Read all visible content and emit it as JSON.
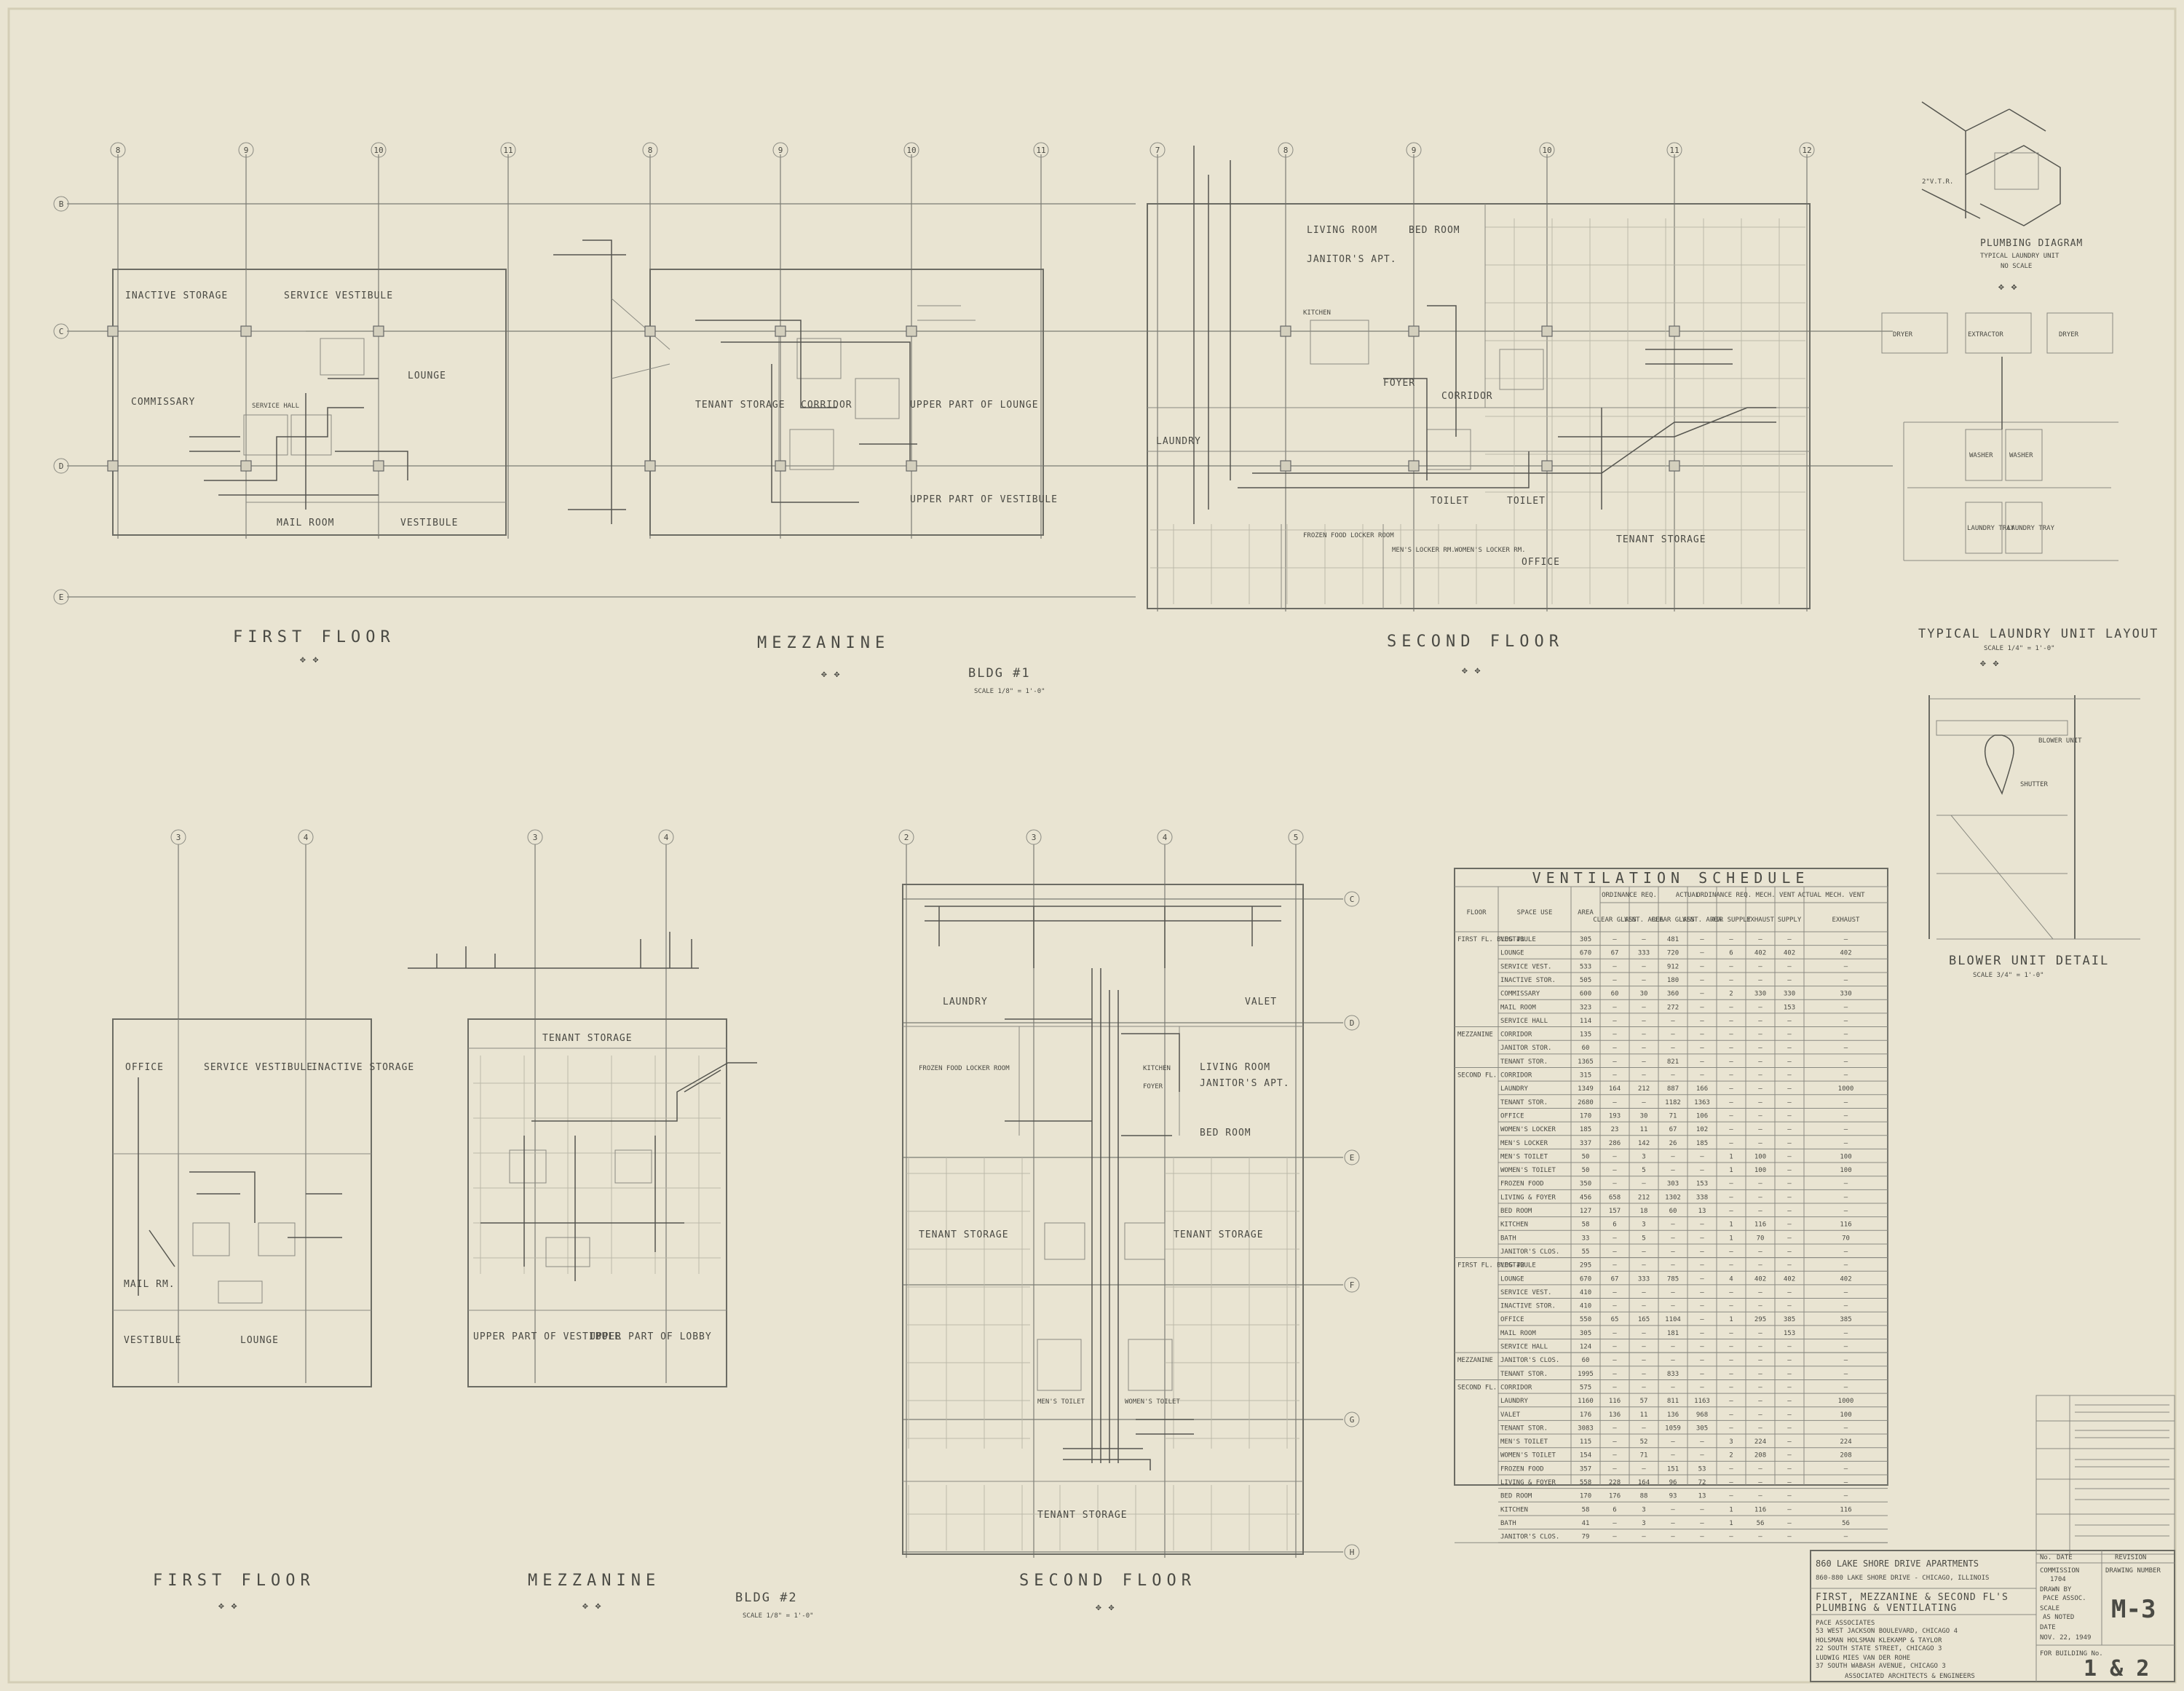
{
  "bldg1": {
    "heading": "BLDG #1",
    "scale": "SCALE 1/8\" = 1'-0\"",
    "grid_cols_first": [
      "8",
      "9",
      "10",
      "11"
    ],
    "grid_cols_mezz": [
      "8",
      "9",
      "10",
      "11"
    ],
    "grid_cols_second": [
      "7",
      "8",
      "9",
      "10",
      "11",
      "12"
    ],
    "grid_rows": [
      "B",
      "C",
      "D",
      "E"
    ],
    "first_floor": {
      "title": "FIRST FLOOR",
      "rooms": [
        "INACTIVE STORAGE",
        "SERVICE VESTIBULE",
        "LOUNGE",
        "COMMISSARY",
        "SERVICE HALL",
        "MAIL ROOM",
        "VESTIBULE"
      ]
    },
    "mezzanine": {
      "title": "MEZZANINE",
      "rooms": [
        "TENANT STORAGE",
        "CORRIDOR",
        "UPPER PART OF LOUNGE",
        "UPPER PART OF VESTIBULE"
      ]
    },
    "second_floor": {
      "title": "SECOND FLOOR",
      "rooms": [
        "LIVING ROOM",
        "BED ROOM",
        "JANITOR'S APT.",
        "KITCHEN",
        "FOYER",
        "CORRIDOR",
        "LAUNDRY",
        "TOILET",
        "TOILET",
        "FROZEN FOOD LOCKER ROOM",
        "MEN'S LOCKER RM.",
        "WOMEN'S LOCKER RM.",
        "OFFICE",
        "TENANT STORAGE"
      ]
    }
  },
  "bldg2": {
    "heading": "BLDG #2",
    "scale": "SCALE 1/8\" = 1'-0\"",
    "grid_cols_first": [
      "3",
      "4"
    ],
    "grid_cols_mezz": [
      "3",
      "4"
    ],
    "grid_cols_second": [
      "2",
      "3",
      "4",
      "5"
    ],
    "grid_rows_second": [
      "C",
      "D",
      "E",
      "F",
      "G",
      "H"
    ],
    "first_floor": {
      "title": "FIRST FLOOR",
      "rooms": [
        "OFFICE",
        "SERVICE VESTIBULE",
        "INACTIVE STORAGE",
        "MAIL RM.",
        "VESTIBULE",
        "LOUNGE"
      ]
    },
    "mezzanine": {
      "title": "MEZZANINE",
      "rooms": [
        "TENANT STORAGE",
        "UPPER PART OF VESTIBULE",
        "UPPER PART OF LOBBY"
      ]
    },
    "second_floor": {
      "title": "SECOND FLOOR",
      "rooms": [
        "LAUNDRY",
        "VALET",
        "FROZEN FOOD LOCKER ROOM",
        "KITCHEN",
        "FOYER",
        "LIVING ROOM",
        "JANITOR'S APT.",
        "BED ROOM",
        "TENANT STORAGE",
        "TENANT STORAGE",
        "MEN'S TOILET",
        "WOMEN'S TOILET",
        "TENANT STORAGE"
      ]
    }
  },
  "plumbing_diagram": {
    "title": "PLUMBING DIAGRAM",
    "subtitle": "TYPICAL LAUNDRY UNIT",
    "scale": "NO SCALE"
  },
  "laundry_layout": {
    "title": "TYPICAL LAUNDRY UNIT LAYOUT",
    "scale": "SCALE 1/4\" = 1'-0\"",
    "labels": [
      "DRYER",
      "EXTRACTOR",
      "DRYER",
      "WASHER",
      "WASHER",
      "LAUNDRY TRAY",
      "LAUNDRY TRAY"
    ]
  },
  "blower_detail": {
    "title": "BLOWER UNIT DETAIL",
    "scale": "SCALE 3/4\" = 1'-0\"",
    "labels": [
      "BLOWER UNIT",
      "SHUTTER"
    ]
  },
  "ventilation_schedule": {
    "title": "VENTILATION SCHEDULE",
    "group_headers": [
      "ORDINANCE REQ.",
      "ACTUAL",
      "ORDINANCE REQ. MECH. VENT",
      "ACTUAL MECH. VENT"
    ],
    "columns": [
      "FLOOR",
      "SPACE USE",
      "AREA",
      "CLEAR GLASS",
      "VENT. AREA",
      "CLEAR GLASS",
      "VENT. AREA",
      "AIR SUPPLY",
      "EXHAUST",
      "SUPPLY",
      "EXHAUST"
    ],
    "sections": [
      {
        "floor": "FIRST FL. BLDG #1",
        "rows": [
          [
            "VESTIBULE",
            "305",
            "",
            "",
            "481",
            "",
            "",
            "",
            "",
            ""
          ],
          [
            "LOUNGE",
            "670",
            "67",
            "333",
            "720",
            "",
            "6",
            "402",
            "402",
            "402"
          ],
          [
            "SERVICE VEST.",
            "533",
            "",
            "",
            "912",
            "",
            "",
            "",
            "",
            ""
          ],
          [
            "INACTIVE STOR.",
            "505",
            "",
            "",
            "180",
            "",
            "",
            "",
            "",
            ""
          ],
          [
            "COMMISSARY",
            "600",
            "60",
            "30",
            "360",
            "",
            "2",
            "330",
            "330",
            "330"
          ],
          [
            "MAIL ROOM",
            "323",
            "",
            "",
            "272",
            "",
            "",
            "",
            "153",
            ""
          ],
          [
            "SERVICE HALL",
            "114",
            "",
            "",
            "",
            "",
            "",
            "",
            "",
            ""
          ]
        ]
      },
      {
        "floor": "MEZZANINE",
        "rows": [
          [
            "CORRIDOR",
            "135",
            "",
            "",
            "",
            "",
            "",
            "",
            "",
            ""
          ],
          [
            "JANITOR STOR.",
            "60",
            "",
            "",
            "",
            "",
            "",
            "",
            "",
            ""
          ],
          [
            "TENANT STOR.",
            "1365",
            "",
            "",
            "821",
            "",
            "",
            "",
            "",
            ""
          ]
        ]
      },
      {
        "floor": "SECOND FL.",
        "rows": [
          [
            "CORRIDOR",
            "315",
            "",
            "",
            "",
            "",
            "",
            "",
            "",
            ""
          ],
          [
            "LAUNDRY",
            "1349",
            "164",
            "212",
            "887",
            "166",
            "",
            "",
            "",
            "1000"
          ],
          [
            "TENANT STOR.",
            "2680",
            "",
            "",
            "1182",
            "1363",
            "",
            "",
            "",
            ""
          ],
          [
            "OFFICE",
            "170",
            "193",
            "30",
            "71",
            "106",
            "",
            "",
            "",
            ""
          ],
          [
            "WOMEN'S LOCKER",
            "185",
            "23",
            "11",
            "67",
            "102",
            "",
            "",
            "",
            ""
          ],
          [
            "MEN'S LOCKER",
            "337",
            "286",
            "142",
            "26",
            "185",
            "",
            "",
            "",
            ""
          ],
          [
            "MEN'S TOILET",
            "50",
            "",
            "3",
            "",
            "",
            "1",
            "100",
            "",
            "100"
          ],
          [
            "WOMEN'S TOILET",
            "50",
            "",
            "5",
            "",
            "",
            "1",
            "100",
            "",
            "100"
          ],
          [
            "FROZEN FOOD",
            "350",
            "",
            "",
            "303",
            "153",
            "",
            "",
            "",
            ""
          ],
          [
            "LIVING & FOYER",
            "456",
            "658",
            "212",
            "1302",
            "338",
            "",
            "",
            "",
            ""
          ],
          [
            "BED ROOM",
            "127",
            "157",
            "18",
            "60",
            "13",
            "",
            "",
            "",
            ""
          ],
          [
            "KITCHEN",
            "58",
            "6",
            "3",
            "",
            "",
            "1",
            "116",
            "",
            "116"
          ],
          [
            "BATH",
            "33",
            "",
            "5",
            "",
            "",
            "1",
            "70",
            "",
            "70"
          ],
          [
            "JANITOR'S CLOS.",
            "55",
            "",
            "",
            "",
            "",
            "",
            "",
            "",
            ""
          ]
        ]
      },
      {
        "floor": "FIRST FL. BLDG #2",
        "rows": [
          [
            "VESTIBULE",
            "295",
            "",
            "",
            "",
            "",
            "",
            "",
            "",
            ""
          ],
          [
            "LOUNGE",
            "670",
            "67",
            "333",
            "785",
            "",
            "4",
            "402",
            "402",
            "402"
          ],
          [
            "SERVICE VEST.",
            "410",
            "",
            "",
            "",
            "",
            "",
            "",
            "",
            ""
          ],
          [
            "INACTIVE STOR.",
            "410",
            "",
            "",
            "",
            "",
            "",
            "",
            "",
            ""
          ],
          [
            "OFFICE",
            "550",
            "65",
            "165",
            "1104",
            "",
            "1",
            "295",
            "385",
            "385"
          ],
          [
            "MAIL ROOM",
            "305",
            "",
            "",
            "181",
            "",
            "",
            "",
            "153",
            ""
          ],
          [
            "SERVICE HALL",
            "124",
            "",
            "",
            "",
            "",
            "",
            "",
            "",
            ""
          ]
        ]
      },
      {
        "floor": "MEZZANINE",
        "rows": [
          [
            "JANITOR'S CLOS.",
            "60",
            "",
            "",
            "",
            "",
            "",
            "",
            "",
            ""
          ],
          [
            "TENANT STOR.",
            "1995",
            "",
            "",
            "833",
            "",
            "",
            "",
            "",
            ""
          ]
        ]
      },
      {
        "floor": "SECOND FL.",
        "rows": [
          [
            "CORRIDOR",
            "575",
            "",
            "",
            "",
            "",
            "",
            "",
            "",
            ""
          ],
          [
            "LAUNDRY",
            "1160",
            "116",
            "57",
            "811",
            "1163",
            "",
            "",
            "",
            "1000"
          ],
          [
            "VALET",
            "176",
            "136",
            "11",
            "136",
            "968",
            "",
            "",
            "",
            "100"
          ],
          [
            "TENANT STOR.",
            "3083",
            "",
            "",
            "1059",
            "305",
            "",
            "",
            "",
            ""
          ],
          [
            "MEN'S TOILET",
            "115",
            "",
            "52",
            "",
            "",
            "3",
            "224",
            "",
            "224"
          ],
          [
            "WOMEN'S TOILET",
            "154",
            "",
            "71",
            "",
            "",
            "2",
            "208",
            "",
            "208"
          ],
          [
            "FROZEN FOOD",
            "357",
            "",
            "",
            "151",
            "53",
            "",
            "",
            "",
            ""
          ],
          [
            "LIVING & FOYER",
            "558",
            "228",
            "164",
            "96",
            "72",
            "",
            "",
            "",
            ""
          ],
          [
            "BED ROOM",
            "170",
            "176",
            "88",
            "93",
            "13",
            "",
            "",
            "",
            ""
          ],
          [
            "KITCHEN",
            "58",
            "6",
            "3",
            "",
            "",
            "1",
            "116",
            "",
            "116"
          ],
          [
            "BATH",
            "41",
            "",
            "3",
            "",
            "",
            "1",
            "56",
            "",
            "56"
          ],
          [
            "JANITOR'S CLOS.",
            "79",
            "",
            "",
            "",
            "",
            "",
            "",
            "",
            ""
          ]
        ]
      }
    ]
  },
  "title_block": {
    "project": "860 LAKE SHORE DRIVE APARTMENTS",
    "address": "860-880 LAKE SHORE DRIVE  -  CHICAGO, ILLINOIS",
    "drawing_title_1": "FIRST, MEZZANINE & SECOND FL'S",
    "drawing_title_2": "PLUMBING & VENTILATING",
    "firm_1": "PACE ASSOCIATES",
    "firm_1_addr": "53 WEST JACKSON BOULEVARD, CHICAGO 4",
    "firm_2": "HOLSMAN HOLSMAN KLEKAMP & TAYLOR",
    "firm_2_addr": "22 SOUTH STATE STREET, CHICAGO 3",
    "firm_3": "LUDWIG MIES VAN DER ROHE",
    "firm_3_addr": "37 SOUTH WABASH AVENUE, CHICAGO 3",
    "associated": "ASSOCIATED ARCHITECTS & ENGINEERS",
    "commission_label": "COMMISSION",
    "commission": "1704",
    "drawn_by_label": "DRAWN BY",
    "drawn_by": "PACE ASSOC.",
    "scale_label": "SCALE",
    "scale": "AS NOTED",
    "date_label": "DATE",
    "date": "NOV. 22, 1949",
    "drawing_number_label": "DRAWING NUMBER",
    "drawing_number": "M-3",
    "for_building_label": "FOR BUILDING No.",
    "for_building": "1 & 2",
    "rev_no_label": "No.",
    "rev_date_label": "DATE",
    "revision_label": "REVISION"
  }
}
